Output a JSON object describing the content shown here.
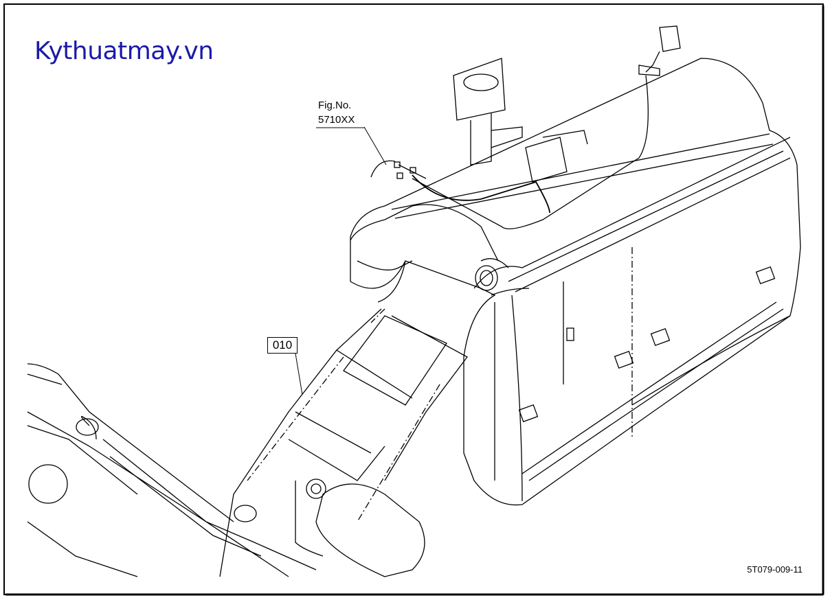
{
  "watermark": "Kythuatmay.vn",
  "figure_reference": {
    "label": "Fig.No.",
    "number": "5710XX"
  },
  "part_number": "010",
  "drawing_number": "5T079-009-11",
  "colors": {
    "watermark": "#1a1aa8",
    "line": "#000000",
    "background": "#ffffff"
  }
}
